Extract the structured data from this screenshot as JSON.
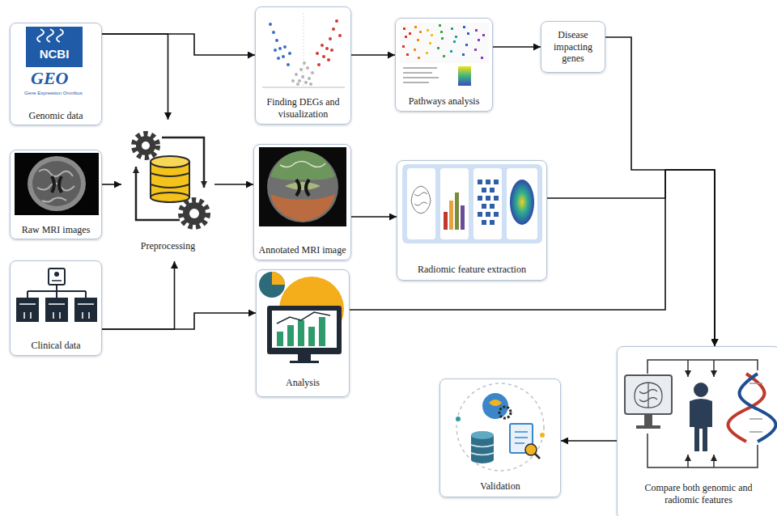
{
  "diagram": {
    "nodes": [
      {
        "text": [
          "Genomic data"
        ]
      },
      {
        "text": [
          "Finding DEGs and visualization"
        ]
      },
      {
        "text": [
          "Pathways analysis"
        ]
      },
      {
        "text": [
          "Disease impacting genes"
        ]
      },
      {
        "text": [
          "Raw MRI images"
        ]
      },
      {
        "text": [
          "Preprocessing"
        ]
      },
      {
        "text": [
          "Annotated MRI image"
        ]
      },
      {
        "text": [
          "Radiomic feature extraction"
        ]
      },
      {
        "text": [
          "Clinical data"
        ]
      },
      {
        "text": [
          "Analysis"
        ]
      },
      {
        "text": [
          "Compare both genomic and radiomic features"
        ]
      },
      {
        "text": [
          "Validation"
        ]
      }
    ],
    "edges": [
      {
        "from": 0,
        "to": 5,
        "arrow": "to"
      },
      {
        "from": 0,
        "to": 1,
        "arrow": "to"
      },
      {
        "from": 1,
        "to": 2,
        "arrow": "to"
      },
      {
        "from": 2,
        "to": 3,
        "arrow": "to"
      },
      {
        "from": 4,
        "to": 5,
        "arrow": "to"
      },
      {
        "from": 5,
        "to": 6,
        "arrow": "to"
      },
      {
        "from": 6,
        "to": 7,
        "arrow": "to"
      },
      {
        "from": 8,
        "to": 5,
        "arrow": "to"
      },
      {
        "from": 8,
        "to": 9,
        "arrow": "to"
      },
      {
        "from": 3,
        "to": 10,
        "arrow": "to"
      },
      {
        "from": 7,
        "to": 10,
        "arrow": "to"
      },
      {
        "from": 9,
        "to": 10,
        "arrow": "to"
      },
      {
        "from": 10,
        "to": 11,
        "arrow": "to"
      }
    ],
    "labels": [
      "NCBI",
      "GEO",
      "Gene Expression Omnibus"
    ]
  }
}
